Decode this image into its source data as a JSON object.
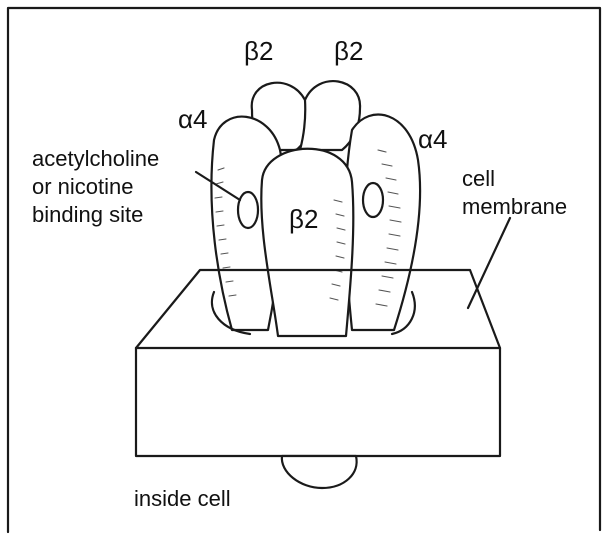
{
  "diagram": {
    "labels": {
      "beta2_top_left": "β2",
      "beta2_top_right": "β2",
      "beta2_center": "β2",
      "alpha4_left": "α4",
      "alpha4_right": "α4",
      "binding_site_line1": "acetylcholine",
      "binding_site_line2": "or nicotine",
      "binding_site_line3": "binding site",
      "membrane_line1": "cell",
      "membrane_line2": "membrane",
      "inside": "inside cell"
    },
    "colors": {
      "ink": "#1a1a1a",
      "background": "#ffffff"
    }
  }
}
